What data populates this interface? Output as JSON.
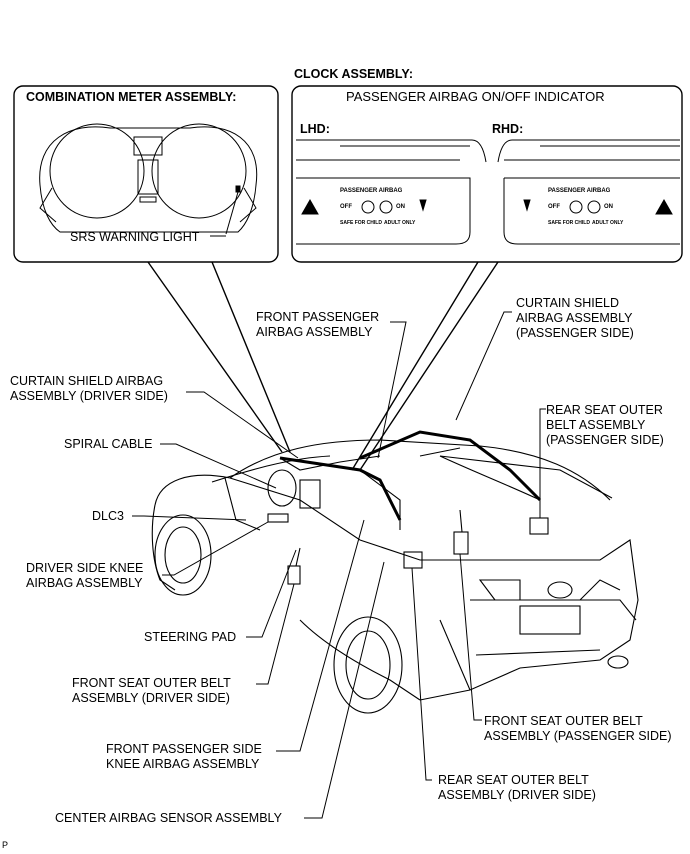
{
  "clock_assembly": {
    "title": "CLOCK ASSEMBLY:",
    "indicator_title": "PASSENGER AIRBAG ON/OFF INDICATOR",
    "lhd_label": "LHD:",
    "rhd_label": "RHD:",
    "panel_heading": "PASSENGER AIRBAG",
    "off_label": "OFF",
    "on_label": "ON",
    "sub_left": "SAFE FOR CHILD",
    "sub_right": "ADULT ONLY"
  },
  "combination_meter": {
    "title": "COMBINATION METER ASSEMBLY:",
    "warning_light_label": "SRS WARNING LIGHT"
  },
  "labels": {
    "front_passenger_airbag": [
      "FRONT PASSENGER",
      "AIRBAG ASSEMBLY"
    ],
    "curtain_passenger": [
      "CURTAIN SHIELD",
      "AIRBAG ASSEMBLY",
      "(PASSENGER SIDE)"
    ],
    "curtain_driver": [
      "CURTAIN SHIELD AIRBAG",
      "ASSEMBLY (DRIVER SIDE)"
    ],
    "rear_seat_passenger": [
      "REAR SEAT OUTER",
      "BELT ASSEMBLY",
      "(PASSENGER SIDE)"
    ],
    "spiral_cable": "SPIRAL CABLE",
    "dlc3": "DLC3",
    "driver_knee": [
      "DRIVER SIDE KNEE",
      "AIRBAG ASSEMBLY"
    ],
    "steering_pad": "STEERING PAD",
    "front_seat_driver": [
      "FRONT SEAT OUTER BELT",
      "ASSEMBLY (DRIVER SIDE)"
    ],
    "front_seat_passenger": [
      "FRONT SEAT OUTER BELT",
      "ASSEMBLY (PASSENGER SIDE)"
    ],
    "passenger_knee": [
      "FRONT PASSENGER SIDE",
      "KNEE AIRBAG ASSEMBLY"
    ],
    "rear_seat_driver": [
      "REAR SEAT OUTER BELT",
      "ASSEMBLY (DRIVER SIDE)"
    ],
    "center_sensor": "CENTER AIRBAG SENSOR ASSEMBLY"
  },
  "corner_mark": "P"
}
